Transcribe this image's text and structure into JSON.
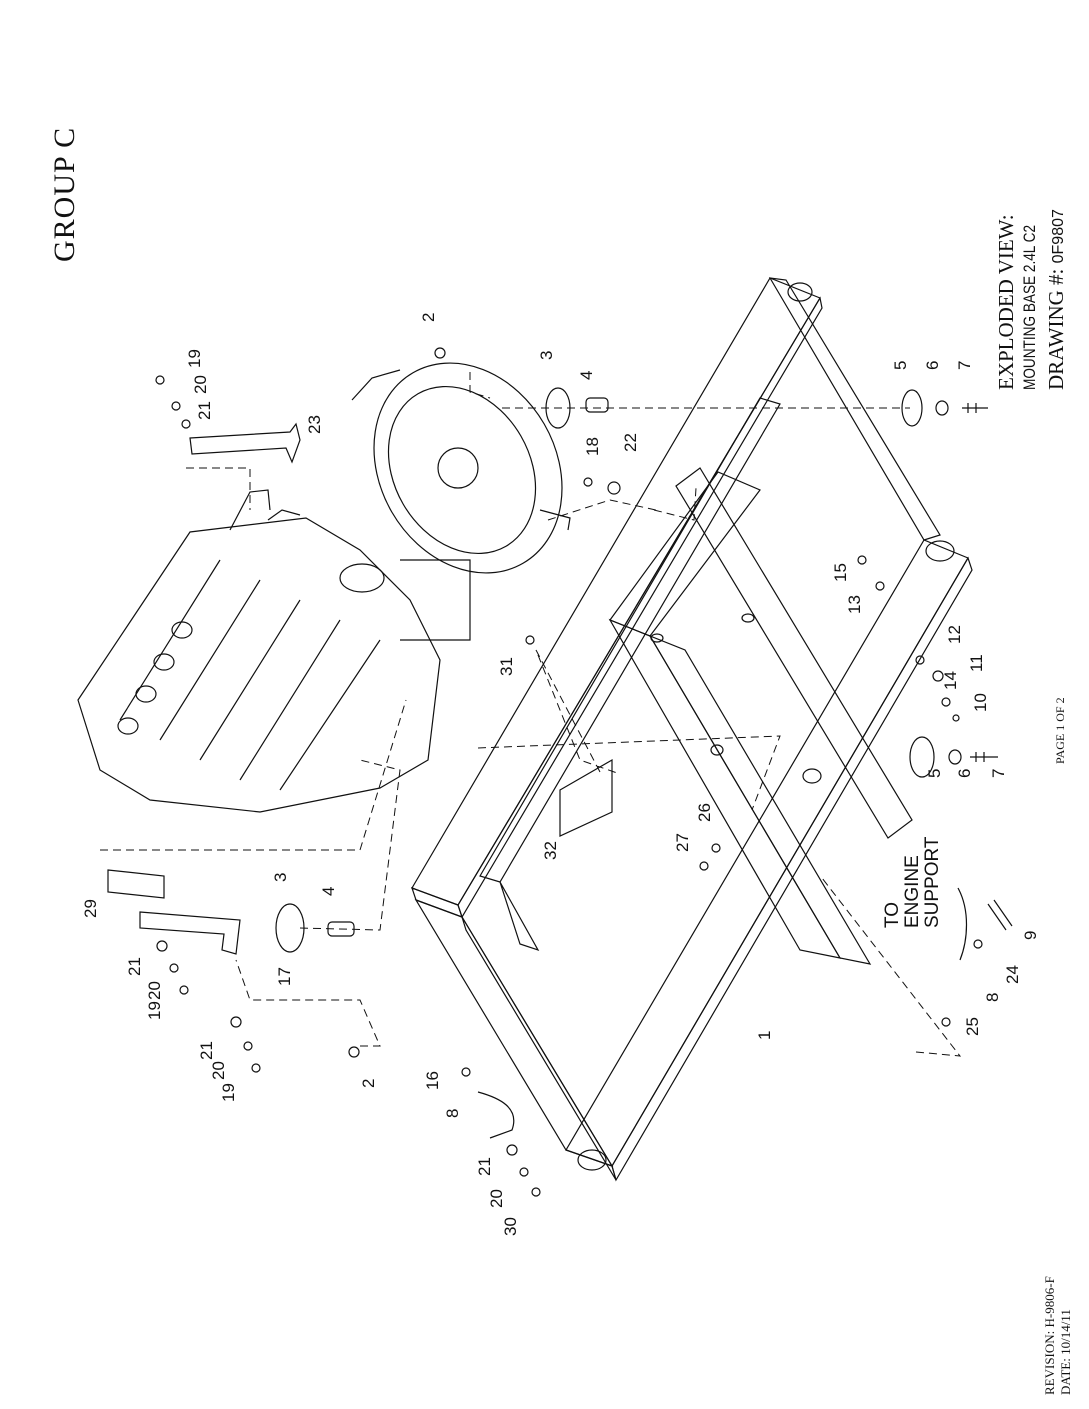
{
  "group_title": "GROUP C",
  "exploded_view": {
    "title": "EXPLODED VIEW:",
    "subtitle": "MOUNTING BASE 2.4L C2",
    "drawing_label": "DRAWING #:",
    "drawing_number": "0F9807"
  },
  "page": "PAGE 1 OF 2",
  "revision": {
    "revision_label": "REVISION: H-9806-F",
    "date_label": "DATE: 10/14/11"
  },
  "engine_support_note": [
    "TO",
    "ENGINE",
    "SUPPORT"
  ],
  "callouts": [
    "1",
    "2",
    "2",
    "3",
    "3",
    "4",
    "4",
    "5",
    "5",
    "6",
    "6",
    "7",
    "7",
    "8",
    "8",
    "9",
    "10",
    "11",
    "12",
    "13",
    "14",
    "15",
    "16",
    "17",
    "18",
    "19",
    "19",
    "19",
    "20",
    "20",
    "20",
    "20",
    "21",
    "21",
    "21",
    "21",
    "22",
    "23",
    "24",
    "25",
    "26",
    "27",
    "29",
    "30",
    "31",
    "32"
  ]
}
